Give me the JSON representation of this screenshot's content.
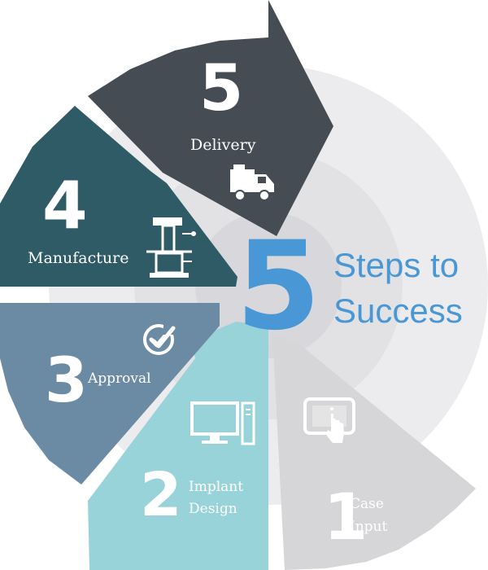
{
  "center": {
    "number": "5",
    "title_line1": "Steps to",
    "title_line2": "Success"
  },
  "steps": [
    {
      "number": "1",
      "label_line1": "Case",
      "label_line2": "Input",
      "color": "#d6d6d8",
      "icon": "touchscreen-tablet-icon"
    },
    {
      "number": "2",
      "label_line1": "Implant",
      "label_line2": "Design",
      "color": "#99d3da",
      "icon": "desktop-computer-icon"
    },
    {
      "number": "3",
      "label_line1": "Approval",
      "label_line2": "",
      "color": "#6b8aa4",
      "icon": "checkmark-circle-icon"
    },
    {
      "number": "4",
      "label_line1": "Manufacture",
      "label_line2": "",
      "color": "#2f5b66",
      "icon": "milling-machine-icon"
    },
    {
      "number": "5",
      "label_line1": "Delivery",
      "label_line2": "",
      "color": "#464c53",
      "icon": "delivery-truck-icon"
    }
  ],
  "colors": {
    "accent": "#4a97d6",
    "ring_light": "#e6e6e8",
    "inner_ring": "#d3d3d6"
  }
}
